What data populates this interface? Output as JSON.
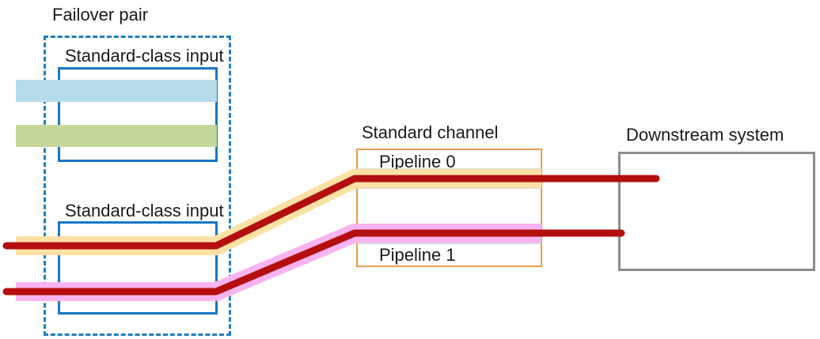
{
  "diagram": {
    "title_failover": "Failover pair",
    "groups": {
      "failover_pair": {
        "label": "Failover pair",
        "border_color": "#1f7fc4",
        "style": "dashed"
      }
    },
    "inputs": [
      {
        "label": "Standard-class input",
        "border_color": "#1a76c4",
        "streams": [
          {
            "name": "stream-blue",
            "color": "#b6dceb"
          },
          {
            "name": "stream-green",
            "color": "#c6d79b"
          }
        ]
      },
      {
        "label": "Standard-class input",
        "border_color": "#1a76c4",
        "streams": [
          {
            "name": "stream-yellow",
            "color": "#fbe2a4"
          },
          {
            "name": "stream-pink",
            "color": "#f9b3ef"
          }
        ]
      }
    ],
    "channel": {
      "label": "Standard channel",
      "border_color": "#ee9a4f",
      "pipelines": [
        {
          "label": "Pipeline 0",
          "track_color": "#d9d9d9"
        },
        {
          "label": "Pipeline 1",
          "track_color": "#d9d9d9"
        }
      ]
    },
    "downstream": {
      "label": "Downstream system",
      "border_color": "#8c8c8c"
    },
    "flow_color": "#b30f0f",
    "highlight_colors": {
      "yellow": "#fbe2a4",
      "pink": "#f9b3ef",
      "blue": "#b6dceb",
      "green": "#c6d79b"
    }
  }
}
